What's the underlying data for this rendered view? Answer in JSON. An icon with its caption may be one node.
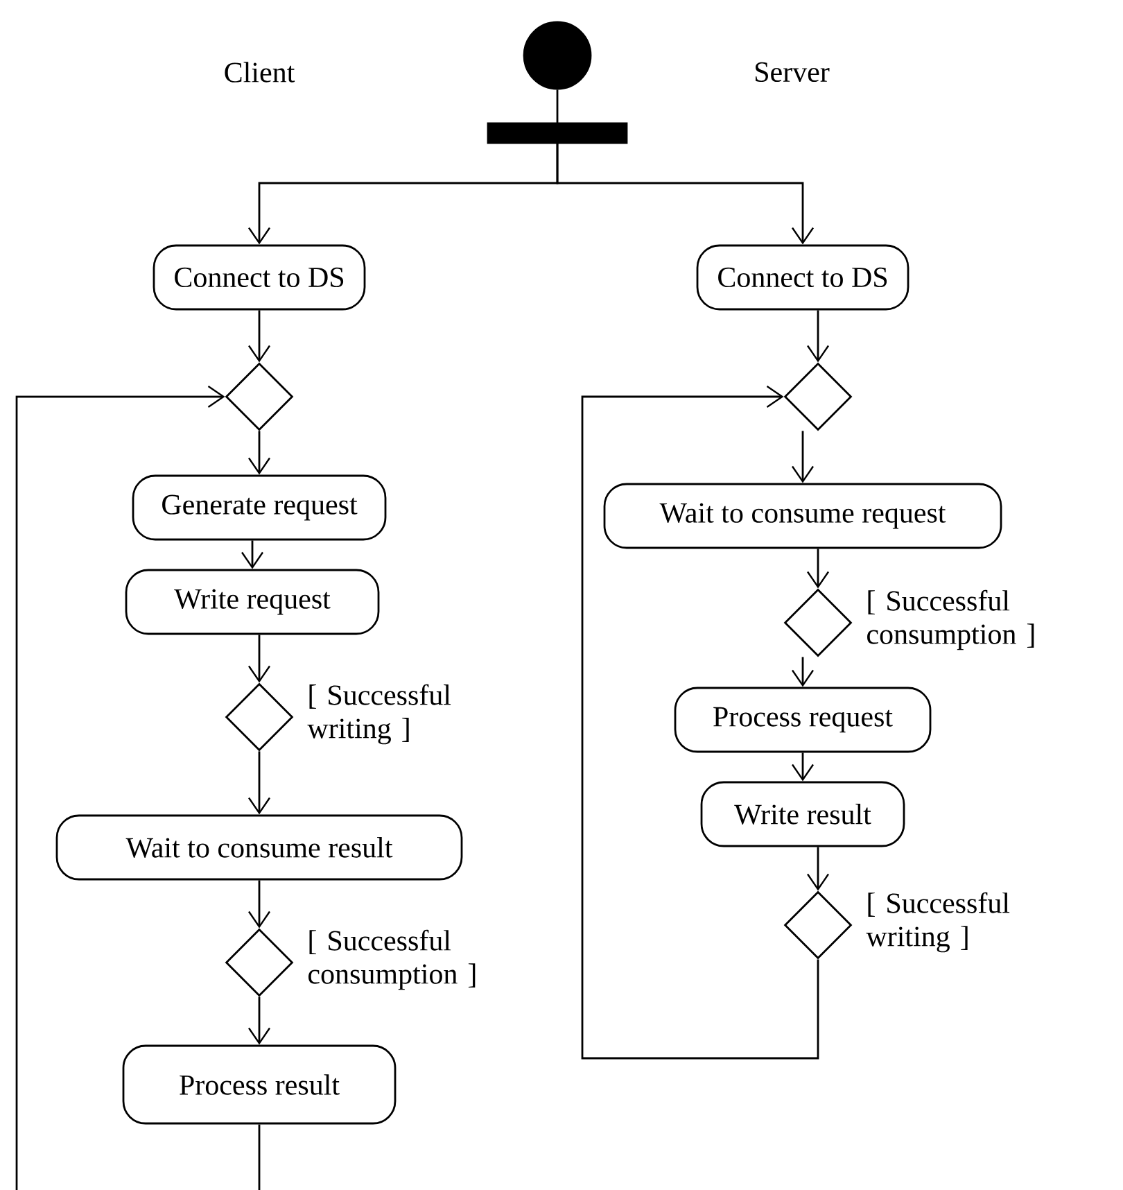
{
  "diagram": {
    "nodes": [
      {
        "text": [],
        "shape": "circle"
      },
      {
        "text": [],
        "shape": "bar"
      },
      {
        "text": [
          "Connect to DS"
        ]
      },
      {
        "text": [
          "Connect to DS"
        ]
      },
      {
        "text": [],
        "shape": "diamond"
      },
      {
        "text": [
          "Generate request"
        ]
      },
      {
        "text": [
          "Write request"
        ]
      },
      {
        "text": [],
        "shape": "diamond",
        "beside": [
          "[ Successful writing ]"
        ]
      },
      {
        "text": [
          "Wait to consume result"
        ]
      },
      {
        "text": [],
        "shape": "diamond",
        "beside": [
          "[ Successful consumption ]"
        ]
      },
      {
        "text": [
          "Process result"
        ]
      },
      {
        "text": [],
        "shape": "diamond"
      },
      {
        "text": [
          "Wait to consume request"
        ]
      },
      {
        "text": [],
        "shape": "diamond",
        "beside": [
          "[ Successful consumption ]"
        ]
      },
      {
        "text": [
          "Process request"
        ]
      },
      {
        "text": [
          "Write result"
        ]
      },
      {
        "text": [],
        "shape": "diamond",
        "beside": [
          "[ Successful writing ]"
        ]
      }
    ],
    "edges": [
      {
        "from": 0,
        "to": 1,
        "arrow": "none"
      },
      {
        "from": 1,
        "to": 2,
        "arrow": "to"
      },
      {
        "from": 1,
        "to": 3,
        "arrow": "to"
      },
      {
        "from": 2,
        "to": 4,
        "arrow": "to"
      },
      {
        "from": 4,
        "to": 5,
        "arrow": "to"
      },
      {
        "from": 5,
        "to": 6,
        "arrow": "to"
      },
      {
        "from": 6,
        "to": 7,
        "arrow": "to"
      },
      {
        "from": 7,
        "to": 8,
        "arrow": "to"
      },
      {
        "from": 8,
        "to": 9,
        "arrow": "to"
      },
      {
        "from": 9,
        "to": 10,
        "arrow": "to"
      },
      {
        "from": 10,
        "to": null,
        "arrow": "none"
      },
      {
        "from": null,
        "to": 4,
        "arrow": "to"
      },
      {
        "from": 3,
        "to": 11,
        "arrow": "to"
      },
      {
        "from": 11,
        "to": 12,
        "arrow": "to"
      },
      {
        "from": 12,
        "to": 13,
        "arrow": "to"
      },
      {
        "from": 13,
        "to": 14,
        "arrow": "to"
      },
      {
        "from": 14,
        "to": 15,
        "arrow": "to"
      },
      {
        "from": 15,
        "to": 16,
        "arrow": "to"
      },
      {
        "from": 16,
        "to": 11,
        "arrow": "to"
      }
    ],
    "labels": [
      "Client",
      "Server"
    ]
  }
}
